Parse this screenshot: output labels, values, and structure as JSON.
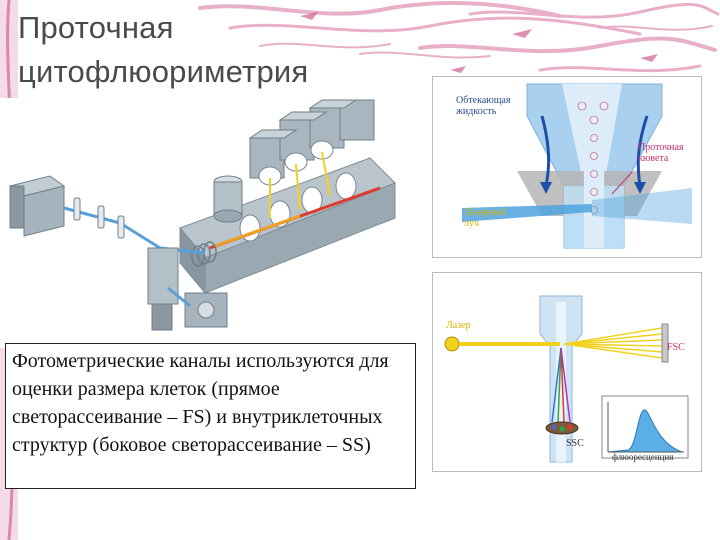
{
  "title": {
    "line1": "Проточная",
    "line2": "цитофлюориметрия"
  },
  "caption": "Фотометрические каналы используются для оценки размера клеток (прямое светорассеивание – FS)  и внутриклеточных структур (боковое светорассеивание – SS)",
  "nozzle_diagram": {
    "sheath_label_1": "Обтекающая",
    "sheath_label_2": "жидкость",
    "cuvette_label_1": "Проточная",
    "cuvette_label_2": "кювета",
    "laser_label_1": "Лазерный",
    "laser_label_2": "луч"
  },
  "scatter_diagram": {
    "laser_label": "Лазер",
    "fsc_label": "FSC",
    "ssc_label": "SSC",
    "histogram_label": "флюоресценция"
  },
  "colors": {
    "accent_pink": "#c2336e",
    "decor_pink": "#e8b0c8",
    "sheath_blue": "#7ab8e6",
    "laser_yellow": "#f2d21e"
  }
}
